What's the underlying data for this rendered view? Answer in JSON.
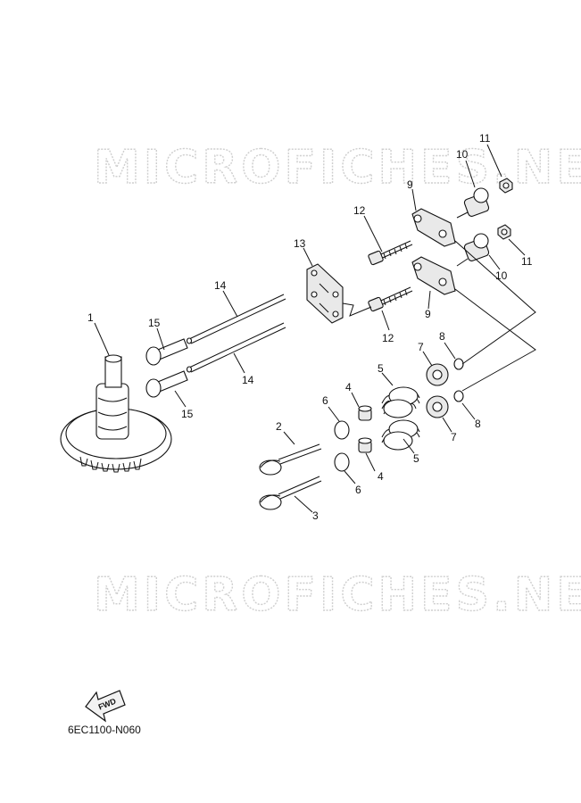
{
  "watermarks": [
    "MICROFICHES.NET",
    "MICROFICHES.NET"
  ],
  "callouts": {
    "c1": "1",
    "c2": "2",
    "c3": "3",
    "c4a": "4",
    "c4b": "4",
    "c5a": "5",
    "c5b": "5",
    "c6a": "6",
    "c6b": "6",
    "c7a": "7",
    "c7b": "7",
    "c8a": "8",
    "c8b": "8",
    "c9a": "9",
    "c9b": "9",
    "c10a": "10",
    "c10b": "10",
    "c11a": "11",
    "c11b": "11",
    "c12a": "12",
    "c12b": "12",
    "c13": "13",
    "c14a": "14",
    "c14b": "14",
    "c15a": "15",
    "c15b": "15"
  },
  "fwd_label": "FWD",
  "part_code": "6EC1100-N060"
}
